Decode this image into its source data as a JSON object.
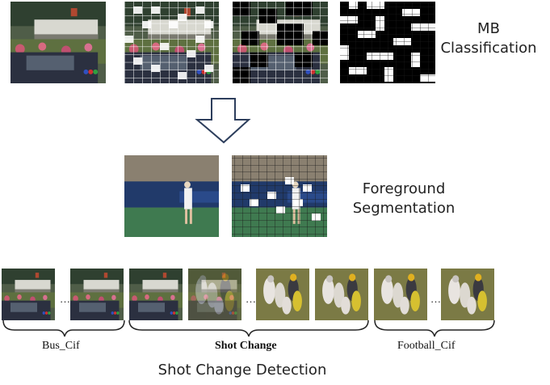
{
  "mb_classification": {
    "line1": "MB",
    "line2": "Classification"
  },
  "foreground_segmentation": {
    "line1": "Foreground",
    "line2": "Segmentation"
  },
  "shot_change_detection": {
    "title": "Shot Change Detection"
  },
  "group_labels": {
    "bus": "Bus_Cif",
    "shot_change": "Shot Change",
    "football": "Football_Cif"
  },
  "ellipsis": "…",
  "colors": {
    "arrow_stroke": "#2d3e5c",
    "brace": "#222222",
    "grid": "#ffffff"
  },
  "icons": {
    "arrow": "down-arrow-icon"
  }
}
